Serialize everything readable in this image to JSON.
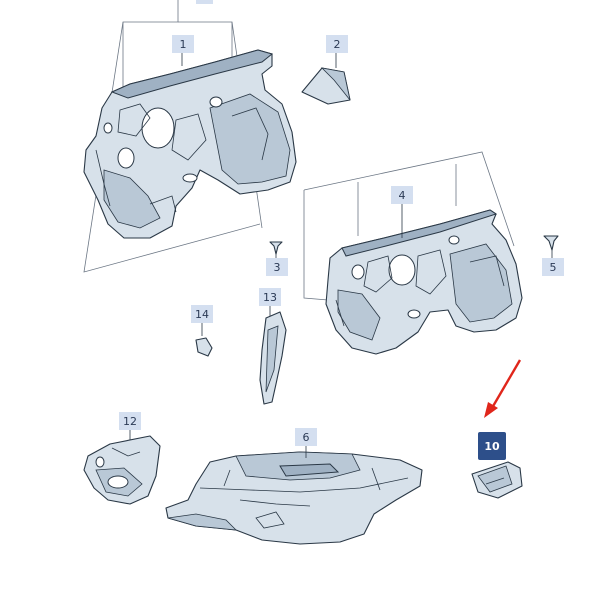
{
  "callouts": {
    "c1": "1",
    "c2": "2",
    "c3": "3",
    "c4": "4",
    "c5": "5",
    "c6": "6",
    "c10": "10",
    "c12": "12",
    "c13": "13",
    "c14": "14"
  },
  "colors": {
    "part_fill": "#d7e1ea",
    "callout_bg": "#d4dff0",
    "highlight_callout_bg": "#2d4f8a",
    "arrow": "#e0261b"
  }
}
